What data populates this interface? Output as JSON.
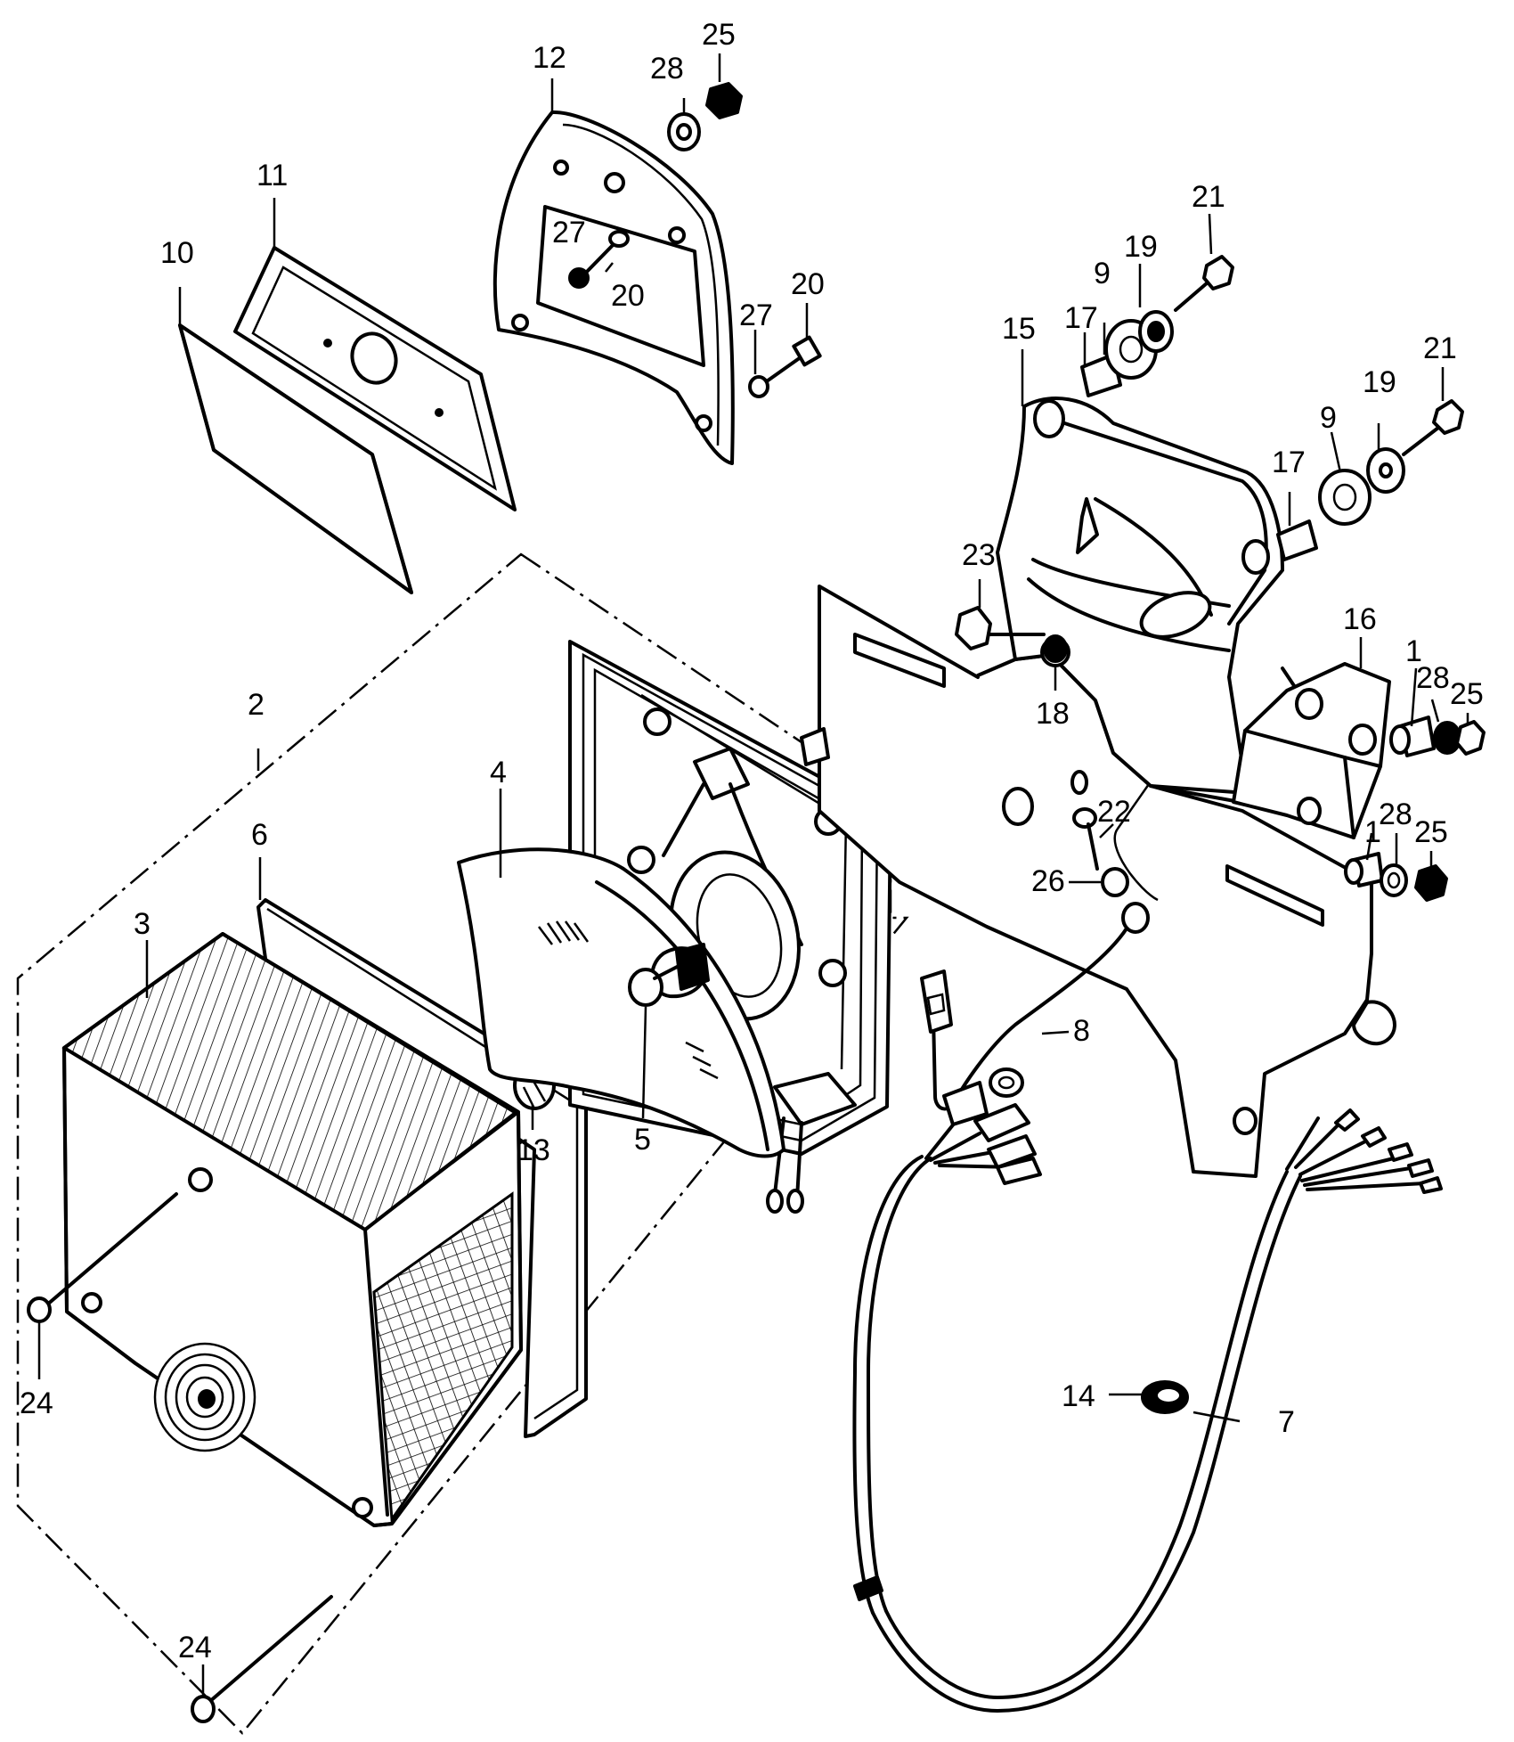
{
  "parts": [
    {
      "id": "p1a",
      "number": "1"
    },
    {
      "id": "p1b",
      "number": "1"
    },
    {
      "id": "p2",
      "number": "2"
    },
    {
      "id": "p3",
      "number": "3"
    },
    {
      "id": "p4",
      "number": "4"
    },
    {
      "id": "p5",
      "number": "5"
    },
    {
      "id": "p6",
      "number": "6"
    },
    {
      "id": "p7",
      "number": "7"
    },
    {
      "id": "p8",
      "number": "8"
    },
    {
      "id": "p9a",
      "number": "9"
    },
    {
      "id": "p9b",
      "number": "9"
    },
    {
      "id": "p10",
      "number": "10"
    },
    {
      "id": "p11",
      "number": "11"
    },
    {
      "id": "p12",
      "number": "12"
    },
    {
      "id": "p13",
      "number": "13"
    },
    {
      "id": "p14",
      "number": "14"
    },
    {
      "id": "p15",
      "number": "15"
    },
    {
      "id": "p16",
      "number": "16"
    },
    {
      "id": "p17a",
      "number": "17"
    },
    {
      "id": "p17b",
      "number": "17"
    },
    {
      "id": "p18",
      "number": "18"
    },
    {
      "id": "p19a",
      "number": "19"
    },
    {
      "id": "p19b",
      "number": "19"
    },
    {
      "id": "p20a",
      "number": "20"
    },
    {
      "id": "p20b",
      "number": "20"
    },
    {
      "id": "p21a",
      "number": "21"
    },
    {
      "id": "p21b",
      "number": "21"
    },
    {
      "id": "p22",
      "number": "22"
    },
    {
      "id": "p23",
      "number": "23"
    },
    {
      "id": "p24a",
      "number": "24"
    },
    {
      "id": "p24b",
      "number": "24"
    },
    {
      "id": "p25a",
      "number": "25"
    },
    {
      "id": "p25b",
      "number": "25"
    },
    {
      "id": "p25c",
      "number": "25"
    },
    {
      "id": "p26",
      "number": "26"
    },
    {
      "id": "p27a",
      "number": "27"
    },
    {
      "id": "p27b",
      "number": "27"
    },
    {
      "id": "p28a",
      "number": "28"
    },
    {
      "id": "p28b",
      "number": "28"
    },
    {
      "id": "p28c",
      "number": "28"
    }
  ]
}
